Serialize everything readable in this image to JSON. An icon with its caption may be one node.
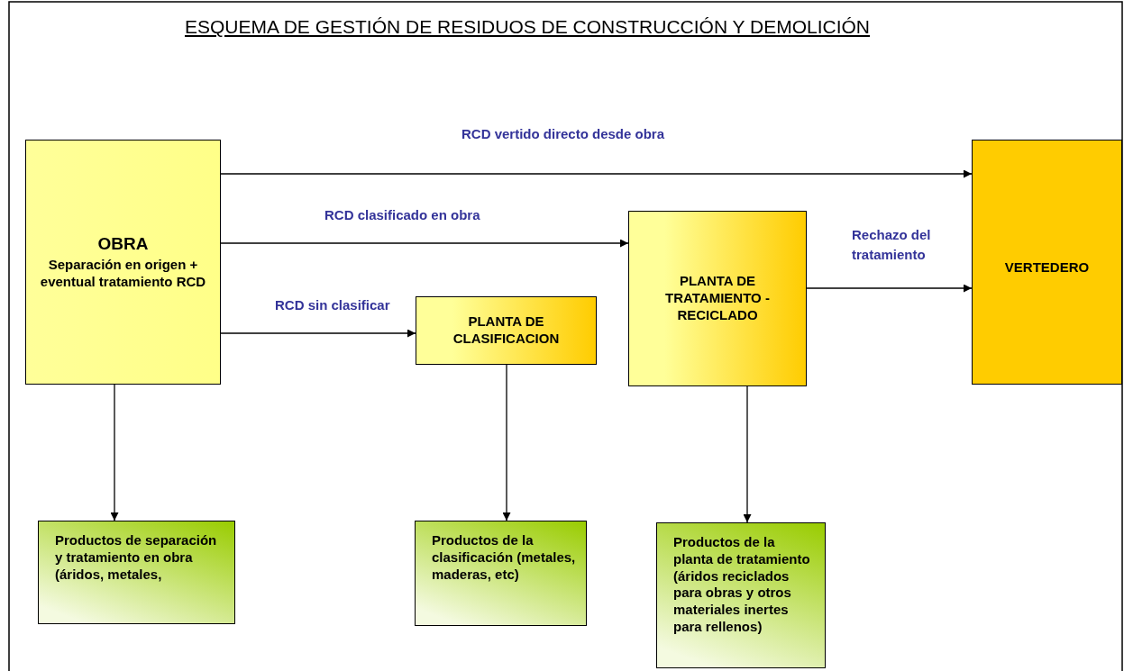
{
  "diagram": {
    "title": "ESQUEMA DE GESTIÓN DE RESIDUOS DE CONSTRUCCIÓN Y DEMOLICIÓN",
    "nodes": [
      {
        "text": [
          "OBRA",
          "Separación en origen + eventual tratamiento RCD"
        ]
      },
      {
        "text": [
          "PLANTA DE CLASIFICACION"
        ]
      },
      {
        "text": [
          "PLANTA DE TRATAMIENTO - RECICLADO"
        ]
      },
      {
        "text": [
          "VERTEDERO"
        ]
      },
      {
        "text": [
          "Productos de separación y tratamiento en obra (áridos, metales,"
        ]
      },
      {
        "text": [
          "Productos de la clasificación (metales, maderas, etc)"
        ]
      },
      {
        "text": [
          "Productos de la planta de tratamiento (áridos reciclados para obras y otros materiales inertes para rellenos)"
        ]
      }
    ],
    "edges": [
      {
        "from": 0,
        "to": 3,
        "arrow": "to",
        "label": "RCD vertido directo desde obra"
      },
      {
        "from": 0,
        "to": 2,
        "arrow": "to",
        "label": "RCD clasificado en obra"
      },
      {
        "from": 0,
        "to": 1,
        "arrow": "to",
        "label": "RCD sin clasificar"
      },
      {
        "from": 2,
        "to": 3,
        "arrow": "to",
        "label": "Rechazo del tratamiento"
      },
      {
        "from": 0,
        "to": 4,
        "arrow": "to"
      },
      {
        "from": 1,
        "to": 5,
        "arrow": "to"
      },
      {
        "from": 2,
        "to": 6,
        "arrow": "to"
      }
    ]
  }
}
